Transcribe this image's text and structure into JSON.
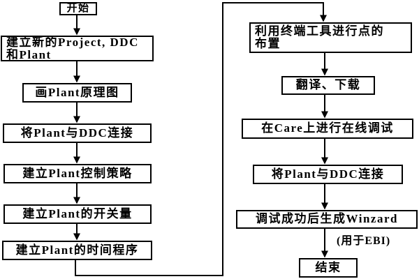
{
  "canvas": {
    "background_color": "#ffffff",
    "line_color": "#000000"
  },
  "flowchart": {
    "left_column": [
      {
        "id": "start",
        "label": "开始"
      },
      {
        "id": "create-project",
        "label": "建立新的Project, DDC\n和Plant"
      },
      {
        "id": "draw-plant",
        "label": "画Plant原理图"
      },
      {
        "id": "connect-ddc-1",
        "label": "将Plant与DDC连接"
      },
      {
        "id": "control-strategy",
        "label": "建立Plant控制策略"
      },
      {
        "id": "switch-values",
        "label": "建立Plant的开关量"
      },
      {
        "id": "time-program",
        "label": "建立Plant的时间程序"
      }
    ],
    "right_column": [
      {
        "id": "terminal-points",
        "label": "利用终端工具进行点的\n布置"
      },
      {
        "id": "translate-download",
        "label": "翻译、下载"
      },
      {
        "id": "care-debug",
        "label": "在Care上进行在线调试"
      },
      {
        "id": "connect-ddc-2",
        "label": "将Plant与DDC连接"
      },
      {
        "id": "generate-winzard",
        "label": "调试成功后生成Winzard",
        "note": "(用于EBI)"
      },
      {
        "id": "end",
        "label": "结束"
      }
    ]
  }
}
